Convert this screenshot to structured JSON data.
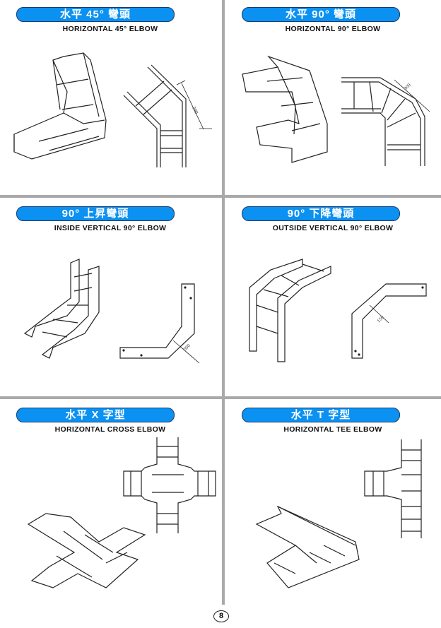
{
  "panels": [
    {
      "title_zh": "水平 45° 彎頭",
      "title_en": "HORIZONTAL 45° ELBOW",
      "dimension": "300"
    },
    {
      "title_zh": "水平 90° 彎頭",
      "title_en": "HORIZONTAL 90° ELBOW",
      "dimension": "300"
    },
    {
      "title_zh": "90° 上昇彎頭",
      "title_en": "INSIDE VERTICAL 90° ELBOW",
      "dimension": "300"
    },
    {
      "title_zh": "90° 下降彎頭",
      "title_en": "OUTSIDE VERTICAL 90° ELBOW",
      "dimension": "150"
    },
    {
      "title_zh": "水平 X 字型",
      "title_en": "HORIZONTAL CROSS ELBOW"
    },
    {
      "title_zh": "水平 T 字型",
      "title_en": "HORIZONTAL TEE ELBOW"
    }
  ],
  "page_number": "8"
}
